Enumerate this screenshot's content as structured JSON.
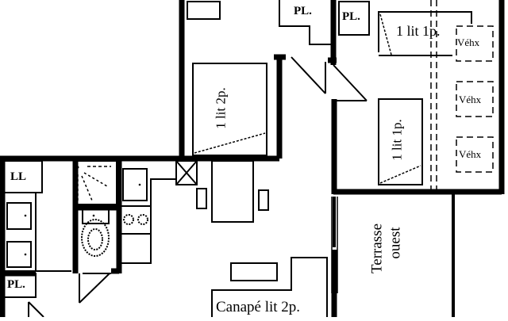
{
  "plan": {
    "colors": {
      "wall": "#000000",
      "background": "#ffffff"
    },
    "rooms": {
      "bedroom_1": {
        "bed_label": "1 lit 2p."
      },
      "bedroom_2": {
        "bed_top_label": "1 lit 1p.",
        "bed_bottom_label": "1 lit 1p."
      },
      "skylights": [
        "Véhx",
        "Véhx",
        "Véhx"
      ],
      "terrace": {
        "line1": "Terrasse",
        "line2": "ouest"
      },
      "living": {
        "sofa_label": "Canapé lit 2p."
      }
    },
    "closets": [
      "PL.",
      "PL.",
      "PL."
    ],
    "laundry": "LL"
  }
}
